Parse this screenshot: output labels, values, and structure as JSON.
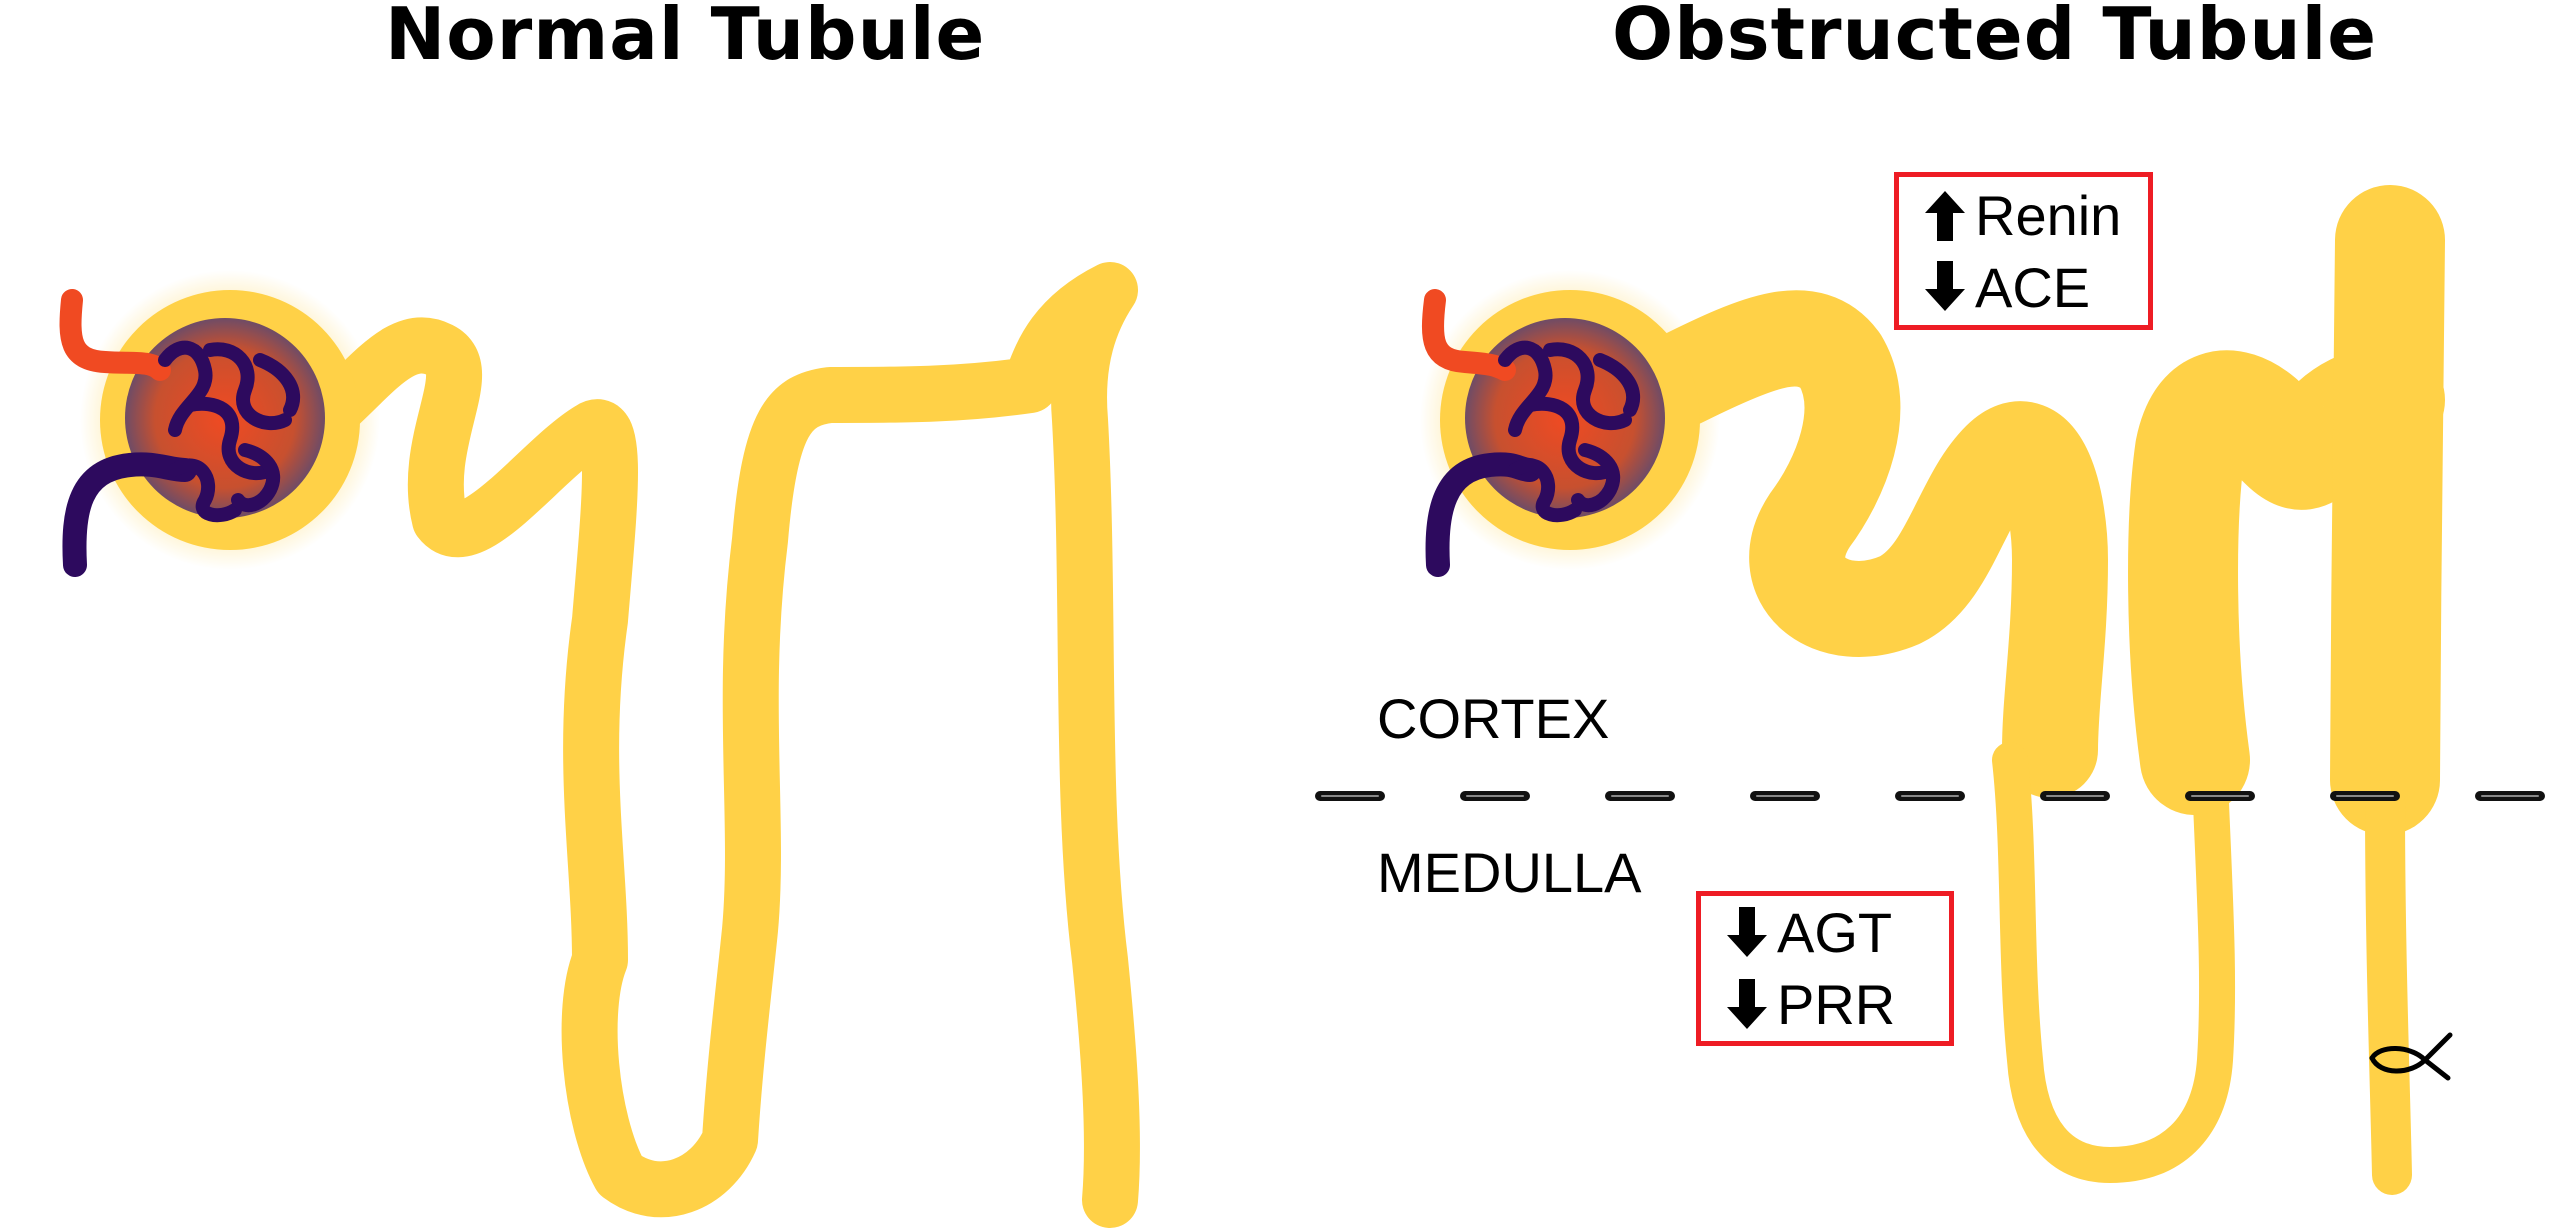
{
  "titles": {
    "normal": "Normal Tubule",
    "obstructed": "Obstructed Tubule"
  },
  "zones": {
    "cortex": "CORTEX",
    "medulla": "MEDULLA"
  },
  "markers": {
    "cortex_box": [
      {
        "label": "Renin",
        "direction": "up",
        "icon": "arrow-up-icon"
      },
      {
        "label": "ACE",
        "direction": "down",
        "icon": "arrow-down-icon"
      }
    ],
    "medulla_box": [
      {
        "label": "AGT",
        "direction": "down",
        "icon": "arrow-down-icon"
      },
      {
        "label": "PRR",
        "direction": "down",
        "icon": "arrow-down-icon"
      }
    ]
  },
  "colors": {
    "tubule": "#ffd147",
    "capsule": "#ffd147",
    "glomerulus": "#f04a22",
    "afferent_vessel": "#f04a22",
    "efferent_vessel": "#2d0a5e",
    "box_border": "#ee1c24",
    "divider": "#111111"
  }
}
